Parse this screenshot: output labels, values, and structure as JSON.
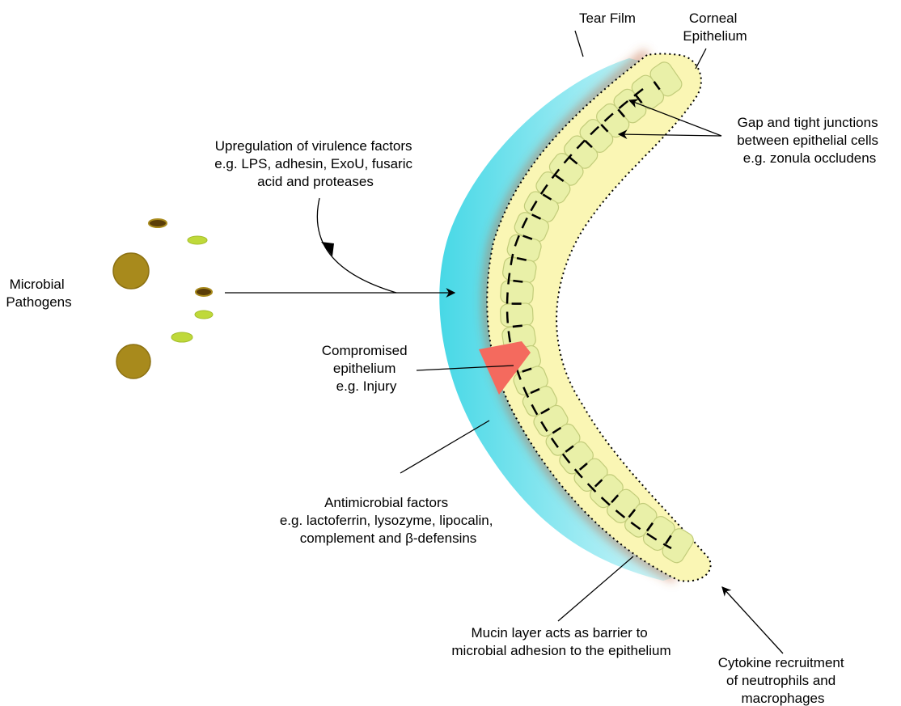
{
  "labels": {
    "tear_film": "Tear Film",
    "corneal_epithelium": [
      "Corneal",
      "Epithelium"
    ],
    "junctions": [
      "Gap and tight junctions",
      "between epithelial cells",
      "e.g. zonula occludens"
    ],
    "virulence": [
      "Upregulation of virulence factors",
      "e.g. LPS, adhesin, ExoU, fusaric",
      "acid and proteases"
    ],
    "microbial": [
      "Microbial",
      "Pathogens"
    ],
    "compromised": [
      "Compromised",
      "epithelium",
      "e.g. Injury"
    ],
    "antimicrobial": [
      "Antimicrobial factors",
      "e.g. lactoferrin, lysozyme, lipocalin,",
      "complement and β-defensins"
    ],
    "mucin": [
      "Mucin layer acts as barrier to",
      "microbial adhesion to the epithelium"
    ],
    "cytokine": [
      "Cytokine recruitment",
      "of neutrophils and",
      "macrophages"
    ]
  },
  "colors": {
    "tear_film": "#5fdde8",
    "epithelium_fill": "#faf6b4",
    "cell_fill": "#e9f0a8",
    "cell_stroke": "#c2cc7a",
    "mucin": "#c0643c",
    "injury": "#f46a5e",
    "pathogen_dark": "#a88a1c",
    "pathogen_light": "#bfd93a",
    "pathogen_rod": "#5a3d08"
  }
}
